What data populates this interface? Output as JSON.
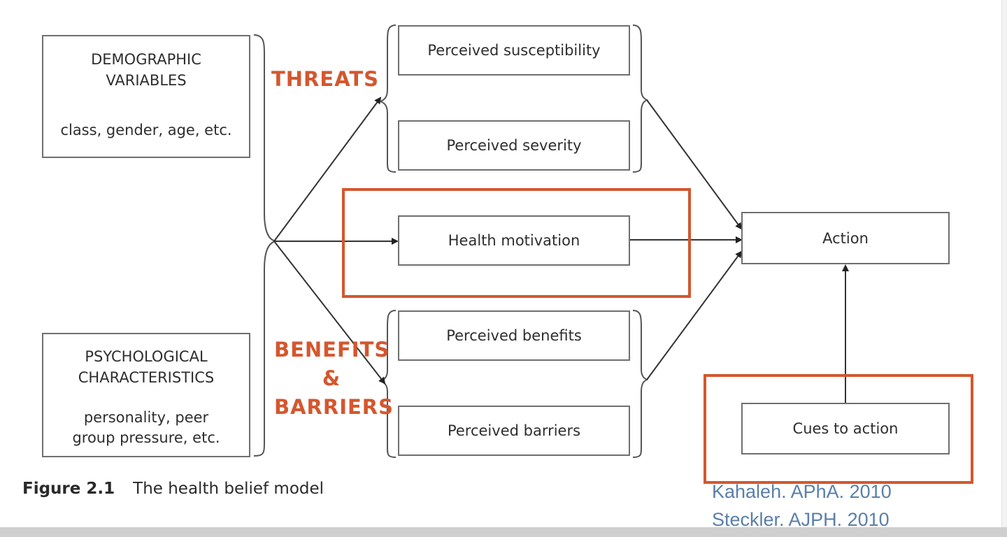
{
  "boxes": {
    "demographic": {
      "title_line1": "DEMOGRAPHIC",
      "title_line2": "VARIABLES",
      "detail": "class, gender, age, etc."
    },
    "psychological": {
      "title_line1": "PSYCHOLOGICAL",
      "title_line2": "CHARACTERISTICS",
      "detail_line1": "personality, peer",
      "detail_line2": "group pressure, etc."
    },
    "susceptibility": "Perceived susceptibility",
    "severity": "Perceived severity",
    "motivation": "Health motivation",
    "benefits": "Perceived benefits",
    "barriers": "Perceived barriers",
    "action": "Action",
    "cues": "Cues to action"
  },
  "labels": {
    "threats": "THREATS",
    "benefits_line1": "BENEFITS",
    "benefits_amp": "&",
    "benefits_line2": "BARRIERS"
  },
  "caption": {
    "figure": "Figure 2.1",
    "text": "The health belief model"
  },
  "citations": {
    "line1": "Kahaleh. APhA. 2010",
    "line2": "Steckler. AJPH. 2010"
  },
  "colors": {
    "accent": "#d4572e",
    "box_border": "#6f6f6f",
    "citation": "#5a7fa8"
  }
}
